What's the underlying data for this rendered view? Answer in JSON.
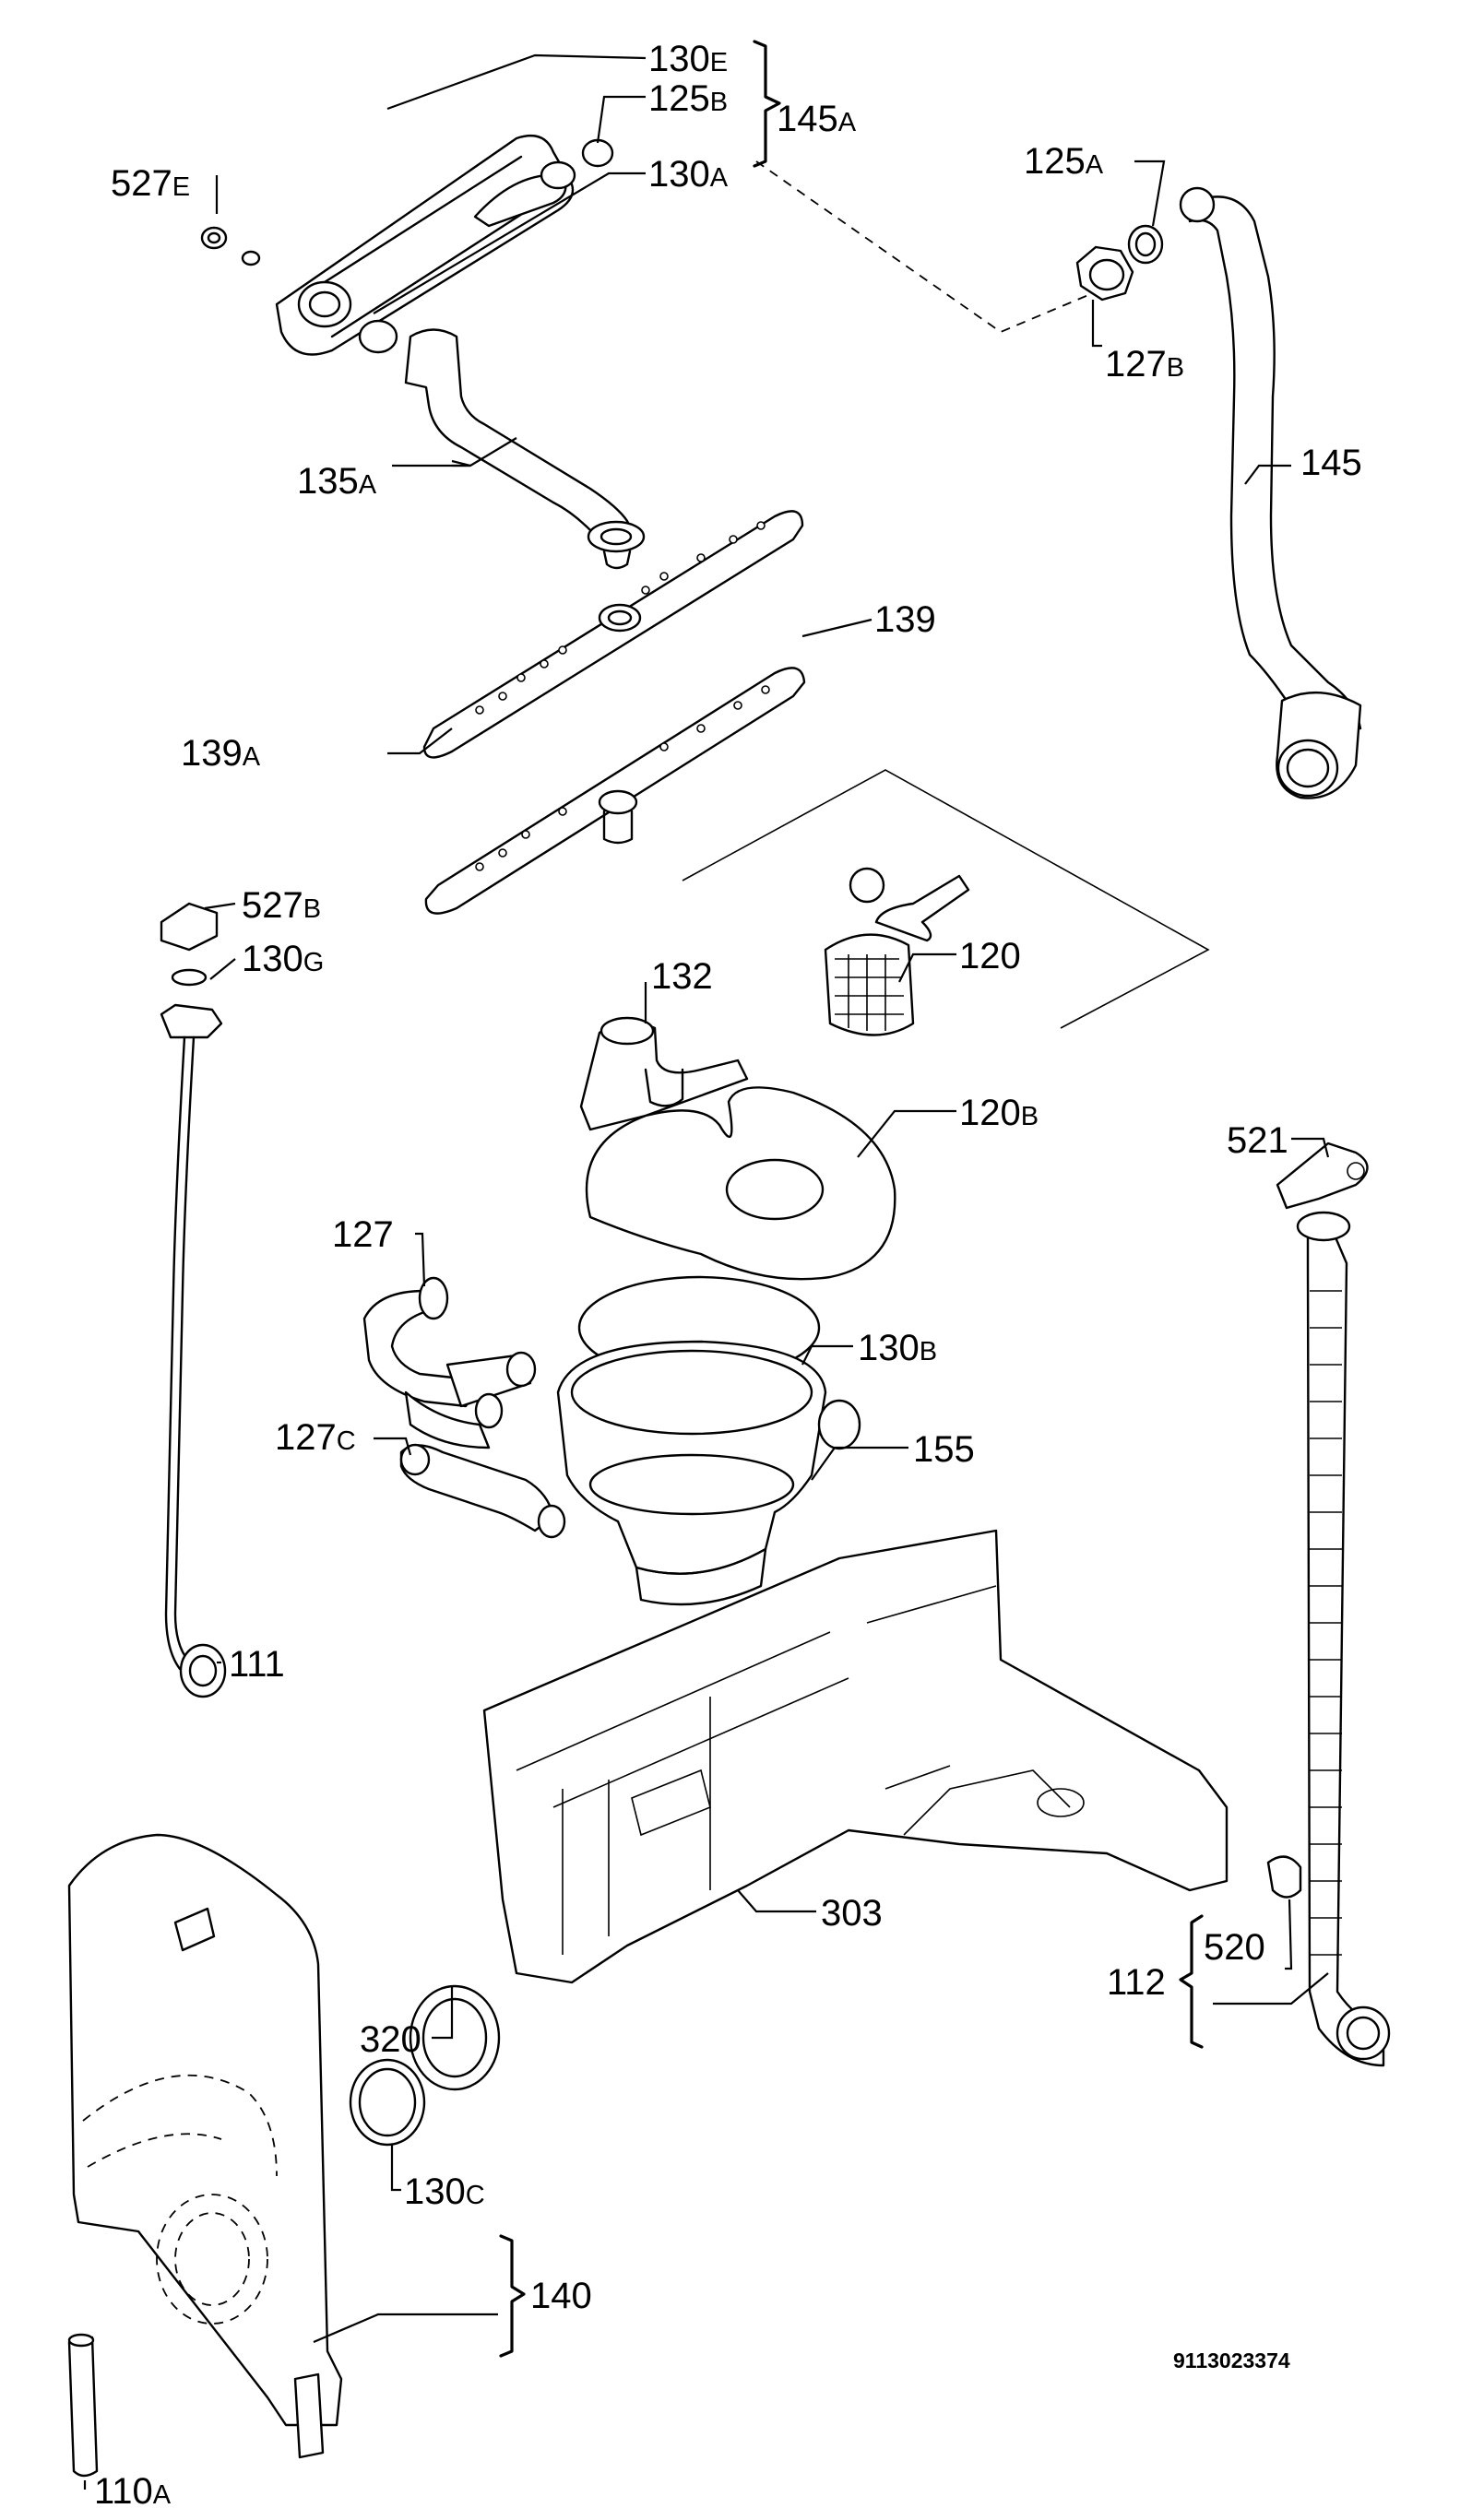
{
  "document_number": "9113023374",
  "callouts": [
    {
      "id": "130E",
      "num": "130",
      "suffix": "E"
    },
    {
      "id": "125B",
      "num": "125",
      "suffix": "B"
    },
    {
      "id": "145A",
      "num": "145",
      "suffix": "A"
    },
    {
      "id": "130A",
      "num": "130",
      "suffix": "A"
    },
    {
      "id": "527E",
      "num": "527",
      "suffix": "E"
    },
    {
      "id": "125A",
      "num": "125",
      "suffix": "A"
    },
    {
      "id": "127B",
      "num": "127",
      "suffix": "B"
    },
    {
      "id": "135A",
      "num": "135",
      "suffix": "A"
    },
    {
      "id": "145",
      "num": "145",
      "suffix": ""
    },
    {
      "id": "139",
      "num": "139",
      "suffix": ""
    },
    {
      "id": "139A",
      "num": "139",
      "suffix": "A"
    },
    {
      "id": "527B",
      "num": "527",
      "suffix": "B"
    },
    {
      "id": "130G",
      "num": "130",
      "suffix": "G"
    },
    {
      "id": "132",
      "num": "132",
      "suffix": ""
    },
    {
      "id": "120",
      "num": "120",
      "suffix": ""
    },
    {
      "id": "120B",
      "num": "120",
      "suffix": "B"
    },
    {
      "id": "521",
      "num": "521",
      "suffix": ""
    },
    {
      "id": "127",
      "num": "127",
      "suffix": ""
    },
    {
      "id": "130B",
      "num": "130",
      "suffix": "B"
    },
    {
      "id": "127C",
      "num": "127",
      "suffix": "C"
    },
    {
      "id": "155",
      "num": "155",
      "suffix": ""
    },
    {
      "id": "111",
      "num": "111",
      "suffix": ""
    },
    {
      "id": "303",
      "num": "303",
      "suffix": ""
    },
    {
      "id": "520",
      "num": "520",
      "suffix": ""
    },
    {
      "id": "112",
      "num": "112",
      "suffix": ""
    },
    {
      "id": "320",
      "num": "320",
      "suffix": ""
    },
    {
      "id": "130C",
      "num": "130",
      "suffix": "C"
    },
    {
      "id": "140",
      "num": "140",
      "suffix": ""
    },
    {
      "id": "110A",
      "num": "110",
      "suffix": "A"
    }
  ]
}
